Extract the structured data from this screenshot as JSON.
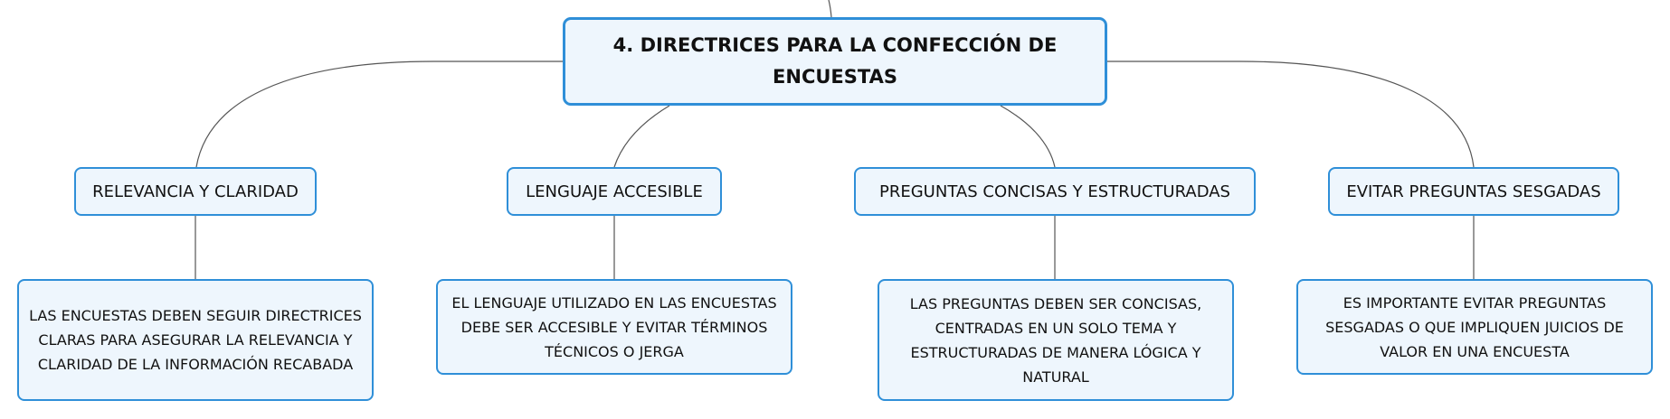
{
  "root": {
    "title": "4. DIRECTRICES PARA LA CONFECCIÓN DE ENCUESTAS"
  },
  "branches": [
    {
      "topic": "RELEVANCIA Y CLARIDAD",
      "detail": "LAS ENCUESTAS DEBEN SEGUIR DIRECTRICES CLARAS PARA ASEGURAR LA RELEVANCIA Y CLARIDAD DE LA INFORMACIÓN RECABADA"
    },
    {
      "topic": "LENGUAJE ACCESIBLE",
      "detail": "EL LENGUAJE UTILIZADO EN LAS ENCUESTAS DEBE SER ACCESIBLE Y EVITAR TÉRMINOS TÉCNICOS O JERGA"
    },
    {
      "topic": "PREGUNTAS CONCISAS Y ESTRUCTURADAS",
      "detail": "LAS PREGUNTAS DEBEN SER CONCISAS, CENTRADAS EN UN SOLO TEMA Y ESTRUCTURADAS DE MANERA LÓGICA Y NATURAL"
    },
    {
      "topic": "EVITAR PREGUNTAS SESGADAS",
      "detail": "ES IMPORTANTE EVITAR PREGUNTAS SESGADAS O QUE IMPLIQUEN JUICIOS DE VALOR EN UNA ENCUESTA"
    }
  ]
}
